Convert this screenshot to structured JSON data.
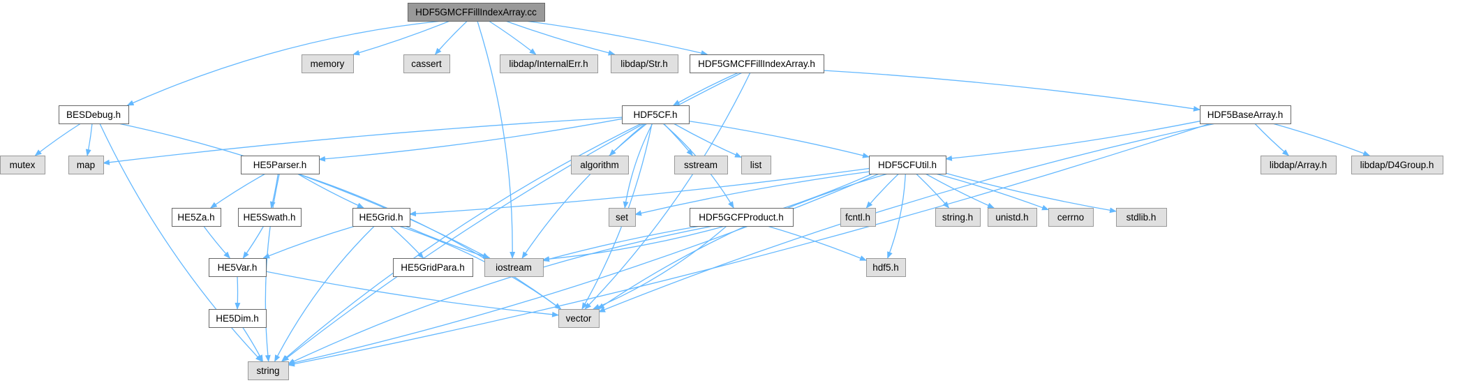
{
  "graph": {
    "title": "",
    "colors": {
      "root_fill": "#999999",
      "root_stroke": "#666666",
      "local_fill": "#ffffff",
      "local_stroke": "#666666",
      "system_fill": "#e0e0e0",
      "system_stroke": "#999999",
      "edge": "#63b8ff"
    },
    "nodes": [
      {
        "id": "root",
        "label": "HDF5GMCFFillIndexArray.cc",
        "kind": "root"
      },
      {
        "id": "memory",
        "label": "memory",
        "kind": "system"
      },
      {
        "id": "cassert",
        "label": "cassert",
        "kind": "system"
      },
      {
        "id": "internalerr",
        "label": "libdap/InternalErr.h",
        "kind": "system"
      },
      {
        "id": "str",
        "label": "libdap/Str.h",
        "kind": "system"
      },
      {
        "id": "hdrself",
        "label": "HDF5GMCFFillIndexArray.h",
        "kind": "local"
      },
      {
        "id": "besdebug",
        "label": "BESDebug.h",
        "kind": "local"
      },
      {
        "id": "hdf5cf",
        "label": "HDF5CF.h",
        "kind": "local"
      },
      {
        "id": "basearray",
        "label": "HDF5BaseArray.h",
        "kind": "local"
      },
      {
        "id": "mutex",
        "label": "mutex",
        "kind": "system"
      },
      {
        "id": "map",
        "label": "map",
        "kind": "system"
      },
      {
        "id": "he5parser",
        "label": "HE5Parser.h",
        "kind": "local"
      },
      {
        "id": "algorithm",
        "label": "algorithm",
        "kind": "system"
      },
      {
        "id": "sstream",
        "label": "sstream",
        "kind": "system"
      },
      {
        "id": "list",
        "label": "list",
        "kind": "system"
      },
      {
        "id": "cfutil",
        "label": "HDF5CFUtil.h",
        "kind": "local"
      },
      {
        "id": "arrayh",
        "label": "libdap/Array.h",
        "kind": "system"
      },
      {
        "id": "d4group",
        "label": "libdap/D4Group.h",
        "kind": "system"
      },
      {
        "id": "he5za",
        "label": "HE5Za.h",
        "kind": "local"
      },
      {
        "id": "he5swath",
        "label": "HE5Swath.h",
        "kind": "local"
      },
      {
        "id": "he5grid",
        "label": "HE5Grid.h",
        "kind": "local"
      },
      {
        "id": "set",
        "label": "set",
        "kind": "system"
      },
      {
        "id": "gcfproduct",
        "label": "HDF5GCFProduct.h",
        "kind": "local"
      },
      {
        "id": "fcntl",
        "label": "fcntl.h",
        "kind": "system"
      },
      {
        "id": "stringh",
        "label": "string.h",
        "kind": "system"
      },
      {
        "id": "unistd",
        "label": "unistd.h",
        "kind": "system"
      },
      {
        "id": "cerrno",
        "label": "cerrno",
        "kind": "system"
      },
      {
        "id": "stdlib",
        "label": "stdlib.h",
        "kind": "system"
      },
      {
        "id": "he5var",
        "label": "HE5Var.h",
        "kind": "local"
      },
      {
        "id": "gridpara",
        "label": "HE5GridPara.h",
        "kind": "local"
      },
      {
        "id": "iostream",
        "label": "iostream",
        "kind": "system"
      },
      {
        "id": "hdf5h",
        "label": "hdf5.h",
        "kind": "system"
      },
      {
        "id": "he5dim",
        "label": "HE5Dim.h",
        "kind": "local"
      },
      {
        "id": "vector",
        "label": "vector",
        "kind": "system"
      },
      {
        "id": "string",
        "label": "string",
        "kind": "system"
      }
    ],
    "edges": [
      [
        "root",
        "memory"
      ],
      [
        "root",
        "cassert"
      ],
      [
        "root",
        "internalerr"
      ],
      [
        "root",
        "str"
      ],
      [
        "root",
        "hdrself"
      ],
      [
        "root",
        "besdebug"
      ],
      [
        "root",
        "iostream"
      ],
      [
        "hdrself",
        "hdf5cf"
      ],
      [
        "hdrself",
        "basearray"
      ],
      [
        "hdrself",
        "string"
      ],
      [
        "hdrself",
        "vector"
      ],
      [
        "besdebug",
        "mutex"
      ],
      [
        "besdebug",
        "map"
      ],
      [
        "besdebug",
        "string"
      ],
      [
        "besdebug",
        "iostream"
      ],
      [
        "hdf5cf",
        "map"
      ],
      [
        "hdf5cf",
        "he5parser"
      ],
      [
        "hdf5cf",
        "algorithm"
      ],
      [
        "hdf5cf",
        "sstream"
      ],
      [
        "hdf5cf",
        "list"
      ],
      [
        "hdf5cf",
        "cfutil"
      ],
      [
        "hdf5cf",
        "set"
      ],
      [
        "hdf5cf",
        "gcfproduct"
      ],
      [
        "hdf5cf",
        "iostream"
      ],
      [
        "hdf5cf",
        "vector"
      ],
      [
        "hdf5cf",
        "string"
      ],
      [
        "basearray",
        "cfutil"
      ],
      [
        "basearray",
        "arrayh"
      ],
      [
        "basearray",
        "d4group"
      ],
      [
        "basearray",
        "vector"
      ],
      [
        "basearray",
        "string"
      ],
      [
        "he5parser",
        "he5za"
      ],
      [
        "he5parser",
        "he5swath"
      ],
      [
        "he5parser",
        "he5grid"
      ],
      [
        "he5parser",
        "vector"
      ],
      [
        "he5parser",
        "string"
      ],
      [
        "cfutil",
        "he5grid"
      ],
      [
        "cfutil",
        "set"
      ],
      [
        "cfutil",
        "iostream"
      ],
      [
        "cfutil",
        "fcntl"
      ],
      [
        "cfutil",
        "stringh"
      ],
      [
        "cfutil",
        "unistd"
      ],
      [
        "cfutil",
        "cerrno"
      ],
      [
        "cfutil",
        "stdlib"
      ],
      [
        "cfutil",
        "hdf5h"
      ],
      [
        "cfutil",
        "vector"
      ],
      [
        "cfutil",
        "string"
      ],
      [
        "he5za",
        "he5var"
      ],
      [
        "he5swath",
        "he5var"
      ],
      [
        "he5grid",
        "he5var"
      ],
      [
        "he5grid",
        "gridpara"
      ],
      [
        "he5grid",
        "iostream"
      ],
      [
        "he5grid",
        "vector"
      ],
      [
        "he5grid",
        "string"
      ],
      [
        "gcfproduct",
        "hdf5h"
      ],
      [
        "gcfproduct",
        "iostream"
      ],
      [
        "gcfproduct",
        "vector"
      ],
      [
        "gcfproduct",
        "string"
      ],
      [
        "he5var",
        "he5dim"
      ],
      [
        "he5var",
        "vector"
      ],
      [
        "he5dim",
        "string"
      ]
    ]
  }
}
